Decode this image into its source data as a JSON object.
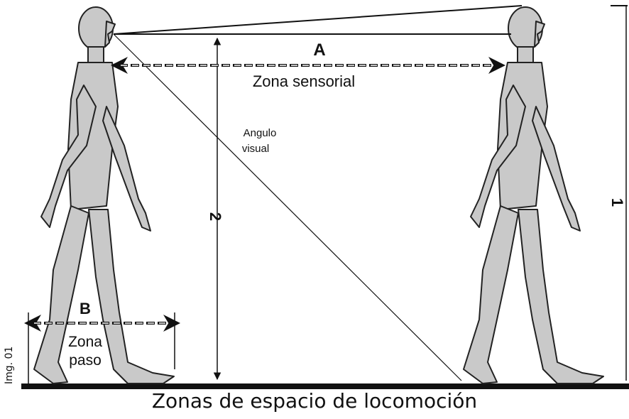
{
  "labels": {
    "a": "A",
    "zona_sensorial": "Zona sensorial",
    "angulo": "Angulo",
    "visual": "visual",
    "b": "B",
    "zona": "Zona",
    "paso": "paso",
    "dim_2": "2",
    "dim_1": "1"
  },
  "caption": "Zonas de espacio de locomoción",
  "image_tag": "Img. 01",
  "colors": {
    "figure_fill": "#c9c9c9",
    "figure_stroke": "#222222",
    "line": "#111111"
  }
}
